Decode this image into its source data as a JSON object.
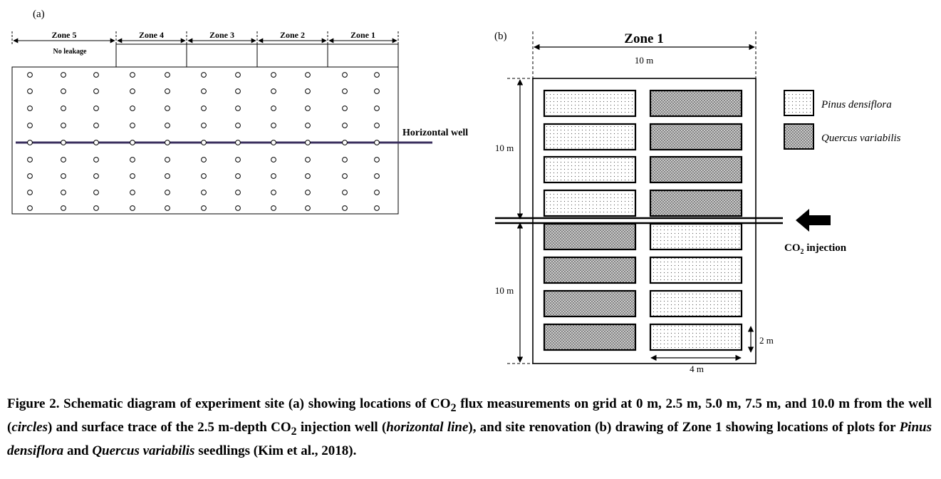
{
  "panel_a": {
    "label": "(a)",
    "zones": [
      "Zone 5",
      "Zone 4",
      "Zone 3",
      "Zone 2",
      "Zone 1"
    ],
    "zone5_note": "No leakage",
    "well_label": "Horizontal well"
  },
  "panel_b": {
    "label": "(b)",
    "zone_title": "Zone 1",
    "width_label": "10 m",
    "upper_height_label": "10 m",
    "lower_height_label": "10 m",
    "plot_height_label": "2 m",
    "plot_width_label": "4 m",
    "injection_label": "CO",
    "injection_sub": "2",
    "injection_suffix": " injection",
    "legend": [
      {
        "species": "Pinus densiflora",
        "pattern": "sparse-dots"
      },
      {
        "species": "Quercus variabilis",
        "pattern": "dense-dots"
      }
    ]
  },
  "caption": {
    "t1": "Figure 2. Schematic diagram of experiment site (a) showing locations of CO",
    "s1": "2",
    "t2": " flux measurements on grid at 0 m, 2.5 m, 5.0 m, 7.5 m, and 10.0 m from the well (",
    "i1": "circles",
    "t3": ") and surface trace of the 2.5 m-depth CO",
    "s2": "2",
    "t4": " injection well (",
    "i2": "horizontal line",
    "t5": "), and site renovation (b) drawing of Zone 1 showing locations of plots for ",
    "i3": "Pinus densiflora",
    "t6": " and ",
    "i4": "Quercus variabilis",
    "t7": " seedlings (Kim et al., 2018)."
  },
  "colors": {
    "well_line": "#3a2f5e",
    "ink": "#000000"
  }
}
